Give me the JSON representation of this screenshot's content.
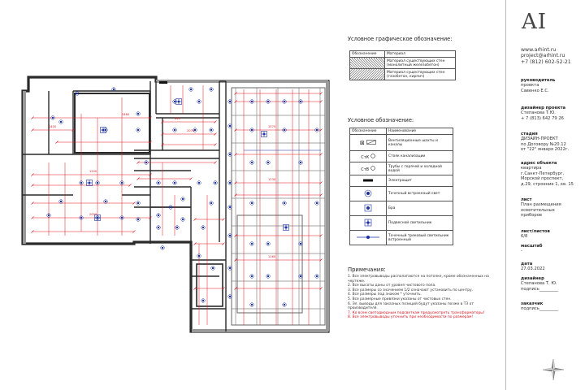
{
  "brand": {
    "logo": "AI",
    "site": "www.arhint.ru",
    "email": "project@arhint.ru",
    "phone": "+7 (812) 602-52-21"
  },
  "title_block": [
    {
      "head": "руководитель",
      "lines": [
        "проекта",
        "Савенко Е.С."
      ]
    },
    {
      "head": "дизайнер проекта",
      "lines": [
        "Степанова Т.Ю.",
        "+ 7 (813) 642 79 26"
      ]
    },
    {
      "head": "стадия",
      "lines": [
        "ДИЗАЙН-ПРОЕКТ",
        "по Договору №20.12",
        "от \"22\" января 2022г."
      ]
    },
    {
      "head": "адрес объекта",
      "lines": [
        "квартира",
        "г.Санкт-Петербург,",
        "Морской проспект,",
        "д.29, строение 1, кв. 15"
      ]
    },
    {
      "head": "лист",
      "lines": [
        "План размещения",
        "осветительных",
        "приборов"
      ]
    },
    {
      "head": "лист/листов",
      "lines": [
        "6/8"
      ]
    },
    {
      "head": "масштаб",
      "lines": [
        "-"
      ]
    },
    {
      "head": "дата",
      "lines": [
        "27.03.2022"
      ]
    },
    {
      "head": "дизайнер",
      "lines": [
        "Степанова Т. Ю.",
        "подпись_________"
      ]
    },
    {
      "head": "заказчик",
      "lines": [
        "",
        "подпись_________"
      ]
    }
  ],
  "legend_materials": {
    "title": "Условное графическое обозначение:",
    "header": [
      "Обозначение",
      "Материал"
    ],
    "rows": [
      {
        "material": "Материал существующих стен (монолитный железобетон)"
      },
      {
        "material": "Материал существующих стен (газобетон, кирпич)"
      }
    ]
  },
  "legend_symbols": {
    "title": "Условное обозначение:",
    "header": [
      "Обозначение",
      "Наименование"
    ],
    "rows": [
      {
        "symbol": "⊠",
        "name": "Вентиляционные шахты и каналы"
      },
      {
        "symbol": "СтК",
        "name": "Стояк канализации"
      },
      {
        "symbol": "СтВ",
        "name": "Трубы с горячей и холодной водой"
      },
      {
        "symbol": "",
        "name": "Электрощит"
      },
      {
        "symbol": "",
        "name": "Точечный встроенный свет"
      },
      {
        "symbol": "",
        "name": "Бра"
      },
      {
        "symbol": "",
        "name": "Подвесной светильник"
      },
      {
        "symbol": "",
        "name": "Точечный трековый светильник встроенный"
      }
    ]
  },
  "notes": {
    "title": "Примечания:",
    "items": [
      {
        "text": "1. Все электровыводы располагаются на потолке, кроме обозначенных на чертеже.",
        "red": false
      },
      {
        "text": "2. Все высоты даны от уровня чистового пола.",
        "red": false
      },
      {
        "text": "3. Все размеры со значением 1/2 означают установить по центру.",
        "red": false
      },
      {
        "text": "4. Все размеры под знаком * уточнить.",
        "red": false
      },
      {
        "text": "5. Все размерные привязки указаны от чистовых стен.",
        "red": false
      },
      {
        "text": "6. Эл. выводы для заказных позиций будут указаны позже в ТЗ от производителя.",
        "red": false
      },
      {
        "text": "7. Ко всем светодиодным подсветкам предусмотреть трансформаторы!",
        "red": true
      },
      {
        "text": "8. Все электровыводы уточнить при необходимости по размерам!",
        "red": true
      }
    ]
  },
  "plan_labels": [
    {
      "text": "2460"
    },
    {
      "text": "1400"
    },
    {
      "text": "1200"
    },
    {
      "text": "840"
    },
    {
      "text": "2070"
    },
    {
      "text": "1570"
    },
    {
      "text": "1230"
    },
    {
      "text": "2000"
    },
    {
      "text": "1160"
    }
  ],
  "colors": {
    "dimension": "#e0141e",
    "fixture": "#1a2f9e",
    "wall": "#2a2a2a"
  }
}
